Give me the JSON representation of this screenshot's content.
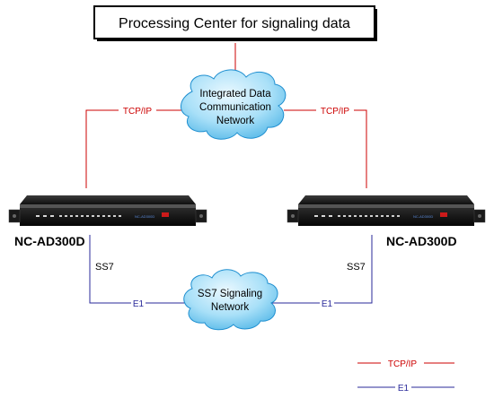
{
  "processing_center": {
    "label": "Processing Center for signaling data"
  },
  "data_network": {
    "line1": "Integrated Data",
    "line2": "Communication",
    "line3": "Network"
  },
  "signaling_network": {
    "line1": "SS7 Signaling",
    "line2": "Network"
  },
  "devices": {
    "left": {
      "name": "NC-AD300D",
      "link_label": "SS7",
      "brand": "NC-AD300D"
    },
    "right": {
      "name": "NC-AD300D",
      "link_label": "SS7",
      "brand": "NC-AD300D"
    }
  },
  "links": {
    "tcpip_left": "TCP/IP",
    "tcpip_right": "TCP/IP",
    "e1_left": "E1",
    "e1_right": "E1"
  },
  "legend": {
    "tcpip": "TCP/IP",
    "e1": "E1"
  },
  "colors": {
    "tcpip_line": "#cc0000",
    "e1_line": "#2a2a9a",
    "cloud_fill": "#9fdcf6",
    "cloud_edge": "#1f8fd0"
  }
}
